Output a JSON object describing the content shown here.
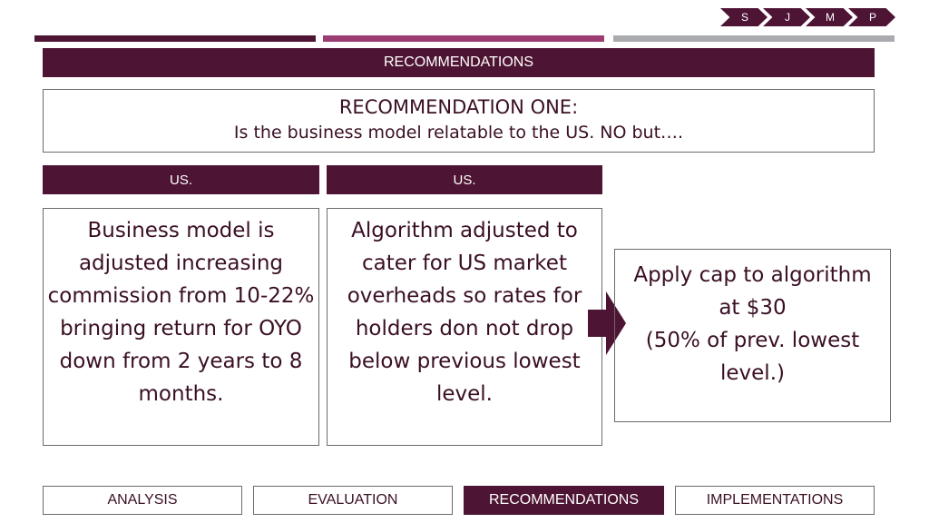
{
  "nav_chevrons": [
    "S",
    "J",
    "M",
    "P"
  ],
  "banner": {
    "title": "RECOMMENDATIONS"
  },
  "recommendation": {
    "title": "RECOMMENDATION ONE:",
    "subtitle": "Is the business model relatable to the US. NO but…."
  },
  "columns": [
    {
      "header": "US.",
      "body": "Business model is adjusted increasing commission from 10-22% bringing return for OYO down from 2 years to 8 months."
    },
    {
      "header": "US.",
      "body": "Algorithm adjusted to cater for US market overheads so rates for holders don not drop below previous lowest level."
    }
  ],
  "conclusion": {
    "line1": "Apply cap to algorithm at $30",
    "line2": "(50% of prev. lowest level.)"
  },
  "bottom_tabs": [
    {
      "label": "ANALYSIS",
      "active": false
    },
    {
      "label": "EVALUATION",
      "active": false
    },
    {
      "label": "RECOMMENDATIONS",
      "active": true
    },
    {
      "label": "IMPLEMENTATIONS",
      "active": false
    }
  ],
  "colors": {
    "primary": "#4e1433",
    "accent": "#9b3d72",
    "gray": "#a9abae",
    "text": "#3a0f24"
  }
}
